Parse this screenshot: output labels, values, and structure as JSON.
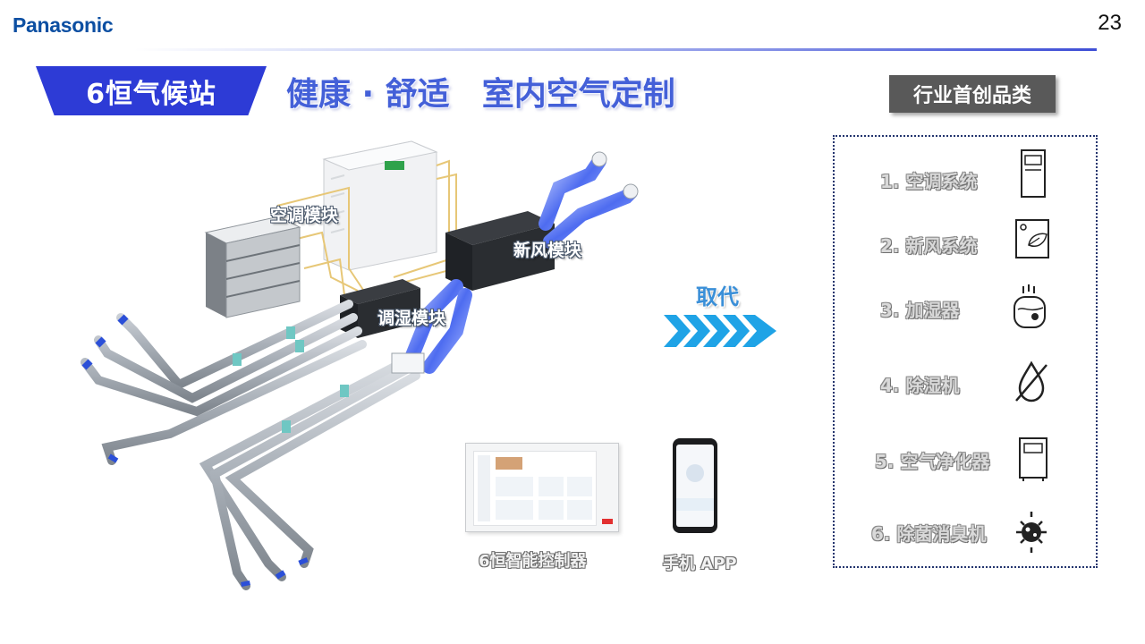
{
  "header": {
    "brand": "Panasonic",
    "page_number": "23"
  },
  "title": {
    "tag": "6恒气候站",
    "headline": "健康 · 舒适　室内空气定制"
  },
  "badge": "行业首创品类",
  "diagram": {
    "modules": {
      "ac": "空调模块",
      "fresh_air": "新风模块",
      "humidity": "调湿模块"
    },
    "replace_label": "取代",
    "controller_caption": "6恒智能控制器",
    "app_caption": "手机 APP"
  },
  "products": [
    {
      "label": "1. 空调系统",
      "icon": "floor-ac-icon"
    },
    {
      "label": "2. 新风系统",
      "icon": "fresh-air-leaf-icon"
    },
    {
      "label": "3. 加湿器",
      "icon": "humidifier-icon"
    },
    {
      "label": "4. 除湿机",
      "icon": "dehumidifier-icon"
    },
    {
      "label": "5. 空气净化器",
      "icon": "air-purifier-icon"
    },
    {
      "label": "6. 除菌消臭机",
      "icon": "germ-icon"
    }
  ],
  "colors": {
    "brand": "#0c4fa2",
    "accent": "#2d3bd6",
    "headline": "#4460d8",
    "badge": "#595959",
    "arrow": "#1fa3e6"
  }
}
